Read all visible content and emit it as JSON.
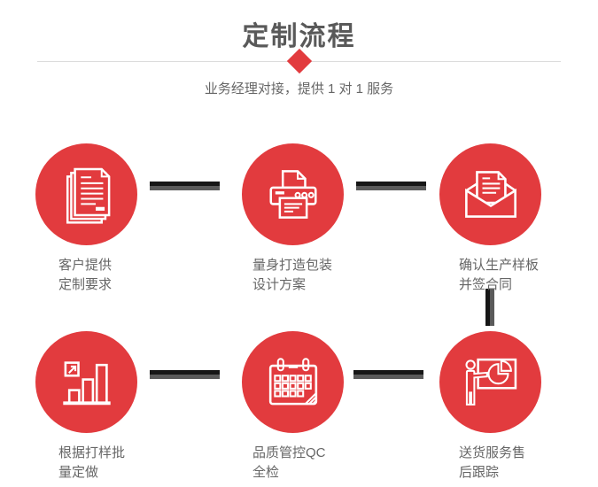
{
  "page": {
    "title": "定制流程",
    "subtitle": "业务经理对接，提供 1 对 1 服务"
  },
  "colors": {
    "accent_red": "#e23b3e",
    "title_text": "#595959",
    "body_text": "#666666",
    "connector_dark": "#161616",
    "connector_gray": "#5a5a5a",
    "divider_line": "#dcdcdc",
    "icon_stroke": "#ffffff",
    "background": "#ffffff"
  },
  "steps": [
    {
      "icon": "documents-icon",
      "label_line1": "客户提供",
      "label_line2": "定制要求"
    },
    {
      "icon": "printer-icon",
      "label_line1": "量身打造包装",
      "label_line2": "设计方案"
    },
    {
      "icon": "envelope-icon",
      "label_line1": "确认生产样板",
      "label_line2": "并签合同"
    },
    {
      "icon": "bar-chart-icon",
      "label_line1": "根据打样批",
      "label_line2": "量定做"
    },
    {
      "icon": "calendar-icon",
      "label_line1": "品质管控QC",
      "label_line2": "全检"
    },
    {
      "icon": "presentation-icon",
      "label_line1": "送货服务售",
      "label_line2": "后跟踪"
    }
  ]
}
